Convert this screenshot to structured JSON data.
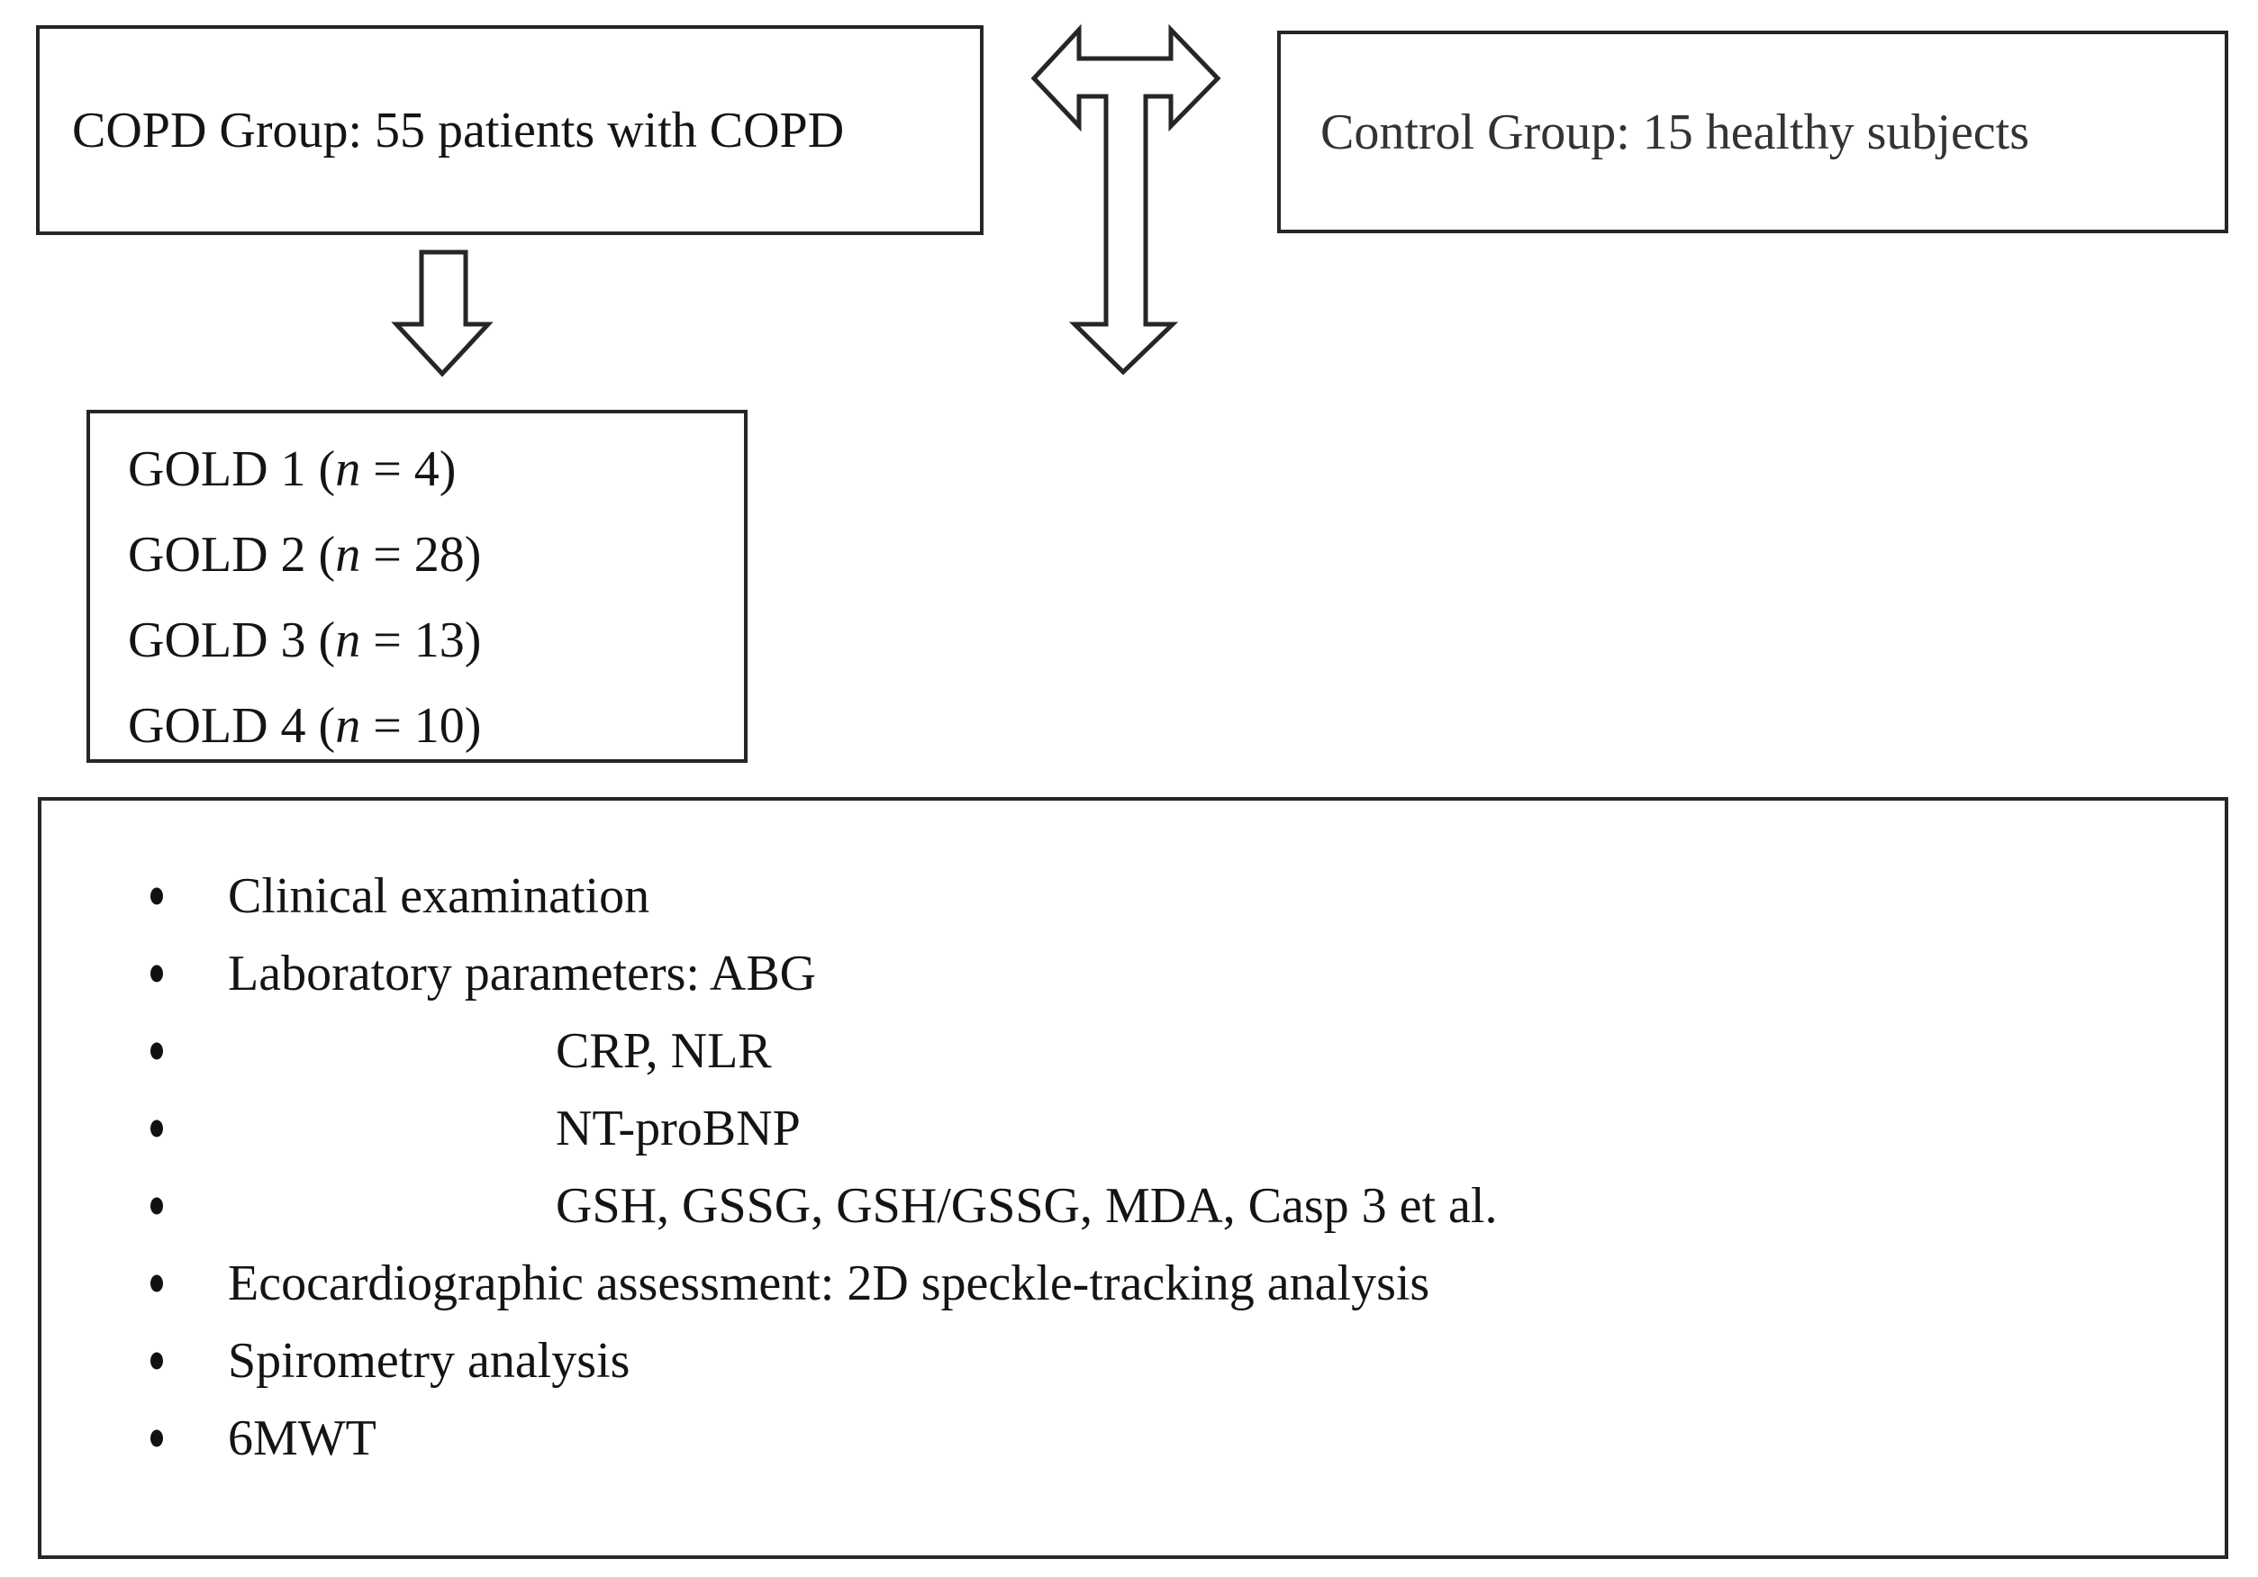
{
  "diagram": {
    "copd_box": {
      "label": "COPD Group: 55 patients with COPD"
    },
    "control_box": {
      "label": "Control Group: 15 healthy subjects"
    },
    "gold_box": {
      "items": [
        {
          "prefix": "GOLD 1 (",
          "n": "n",
          "suffix": " = 4)"
        },
        {
          "prefix": "GOLD 2 (",
          "n": "n",
          "suffix": " = 28)"
        },
        {
          "prefix": "GOLD 3 (",
          "n": "n",
          "suffix": " = 13)"
        },
        {
          "prefix": "GOLD 4 (",
          "n": "n",
          "suffix": " = 10)"
        }
      ]
    },
    "assessment_box": {
      "items": [
        {
          "text": "Clinical examination"
        },
        {
          "text": "Laboratory parameters: ABG"
        },
        {
          "text": "CRP, NLR"
        },
        {
          "text": "NT-proBNP"
        },
        {
          "text": "GSH, GSSG, GSH/GSSG, MDA, Casp 3 et al."
        },
        {
          "text": "Ecocardiographic assessment: 2D speckle-tracking analysis"
        },
        {
          "text": "Spirometry analysis"
        },
        {
          "text": "6MWT"
        }
      ]
    },
    "icons": {
      "t_arrow": "left-right-down-arrow",
      "down_arrow": "down-arrow"
    },
    "colors": {
      "border": "#262626",
      "text": "#141414",
      "background": "#ffffff"
    }
  }
}
